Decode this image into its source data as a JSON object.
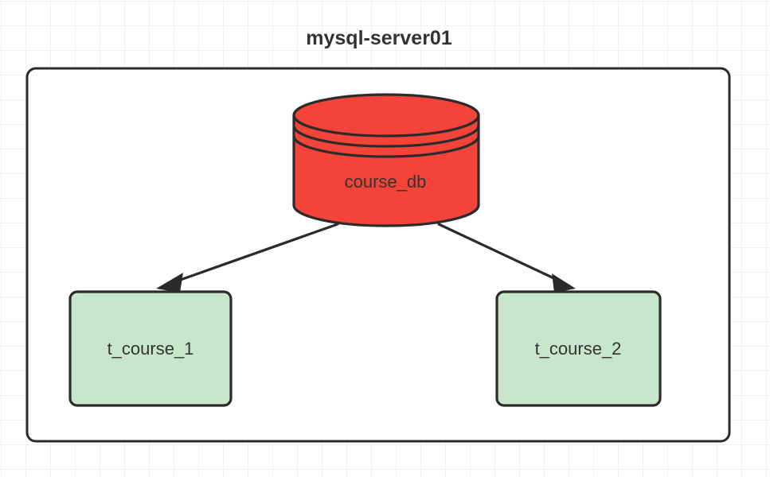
{
  "diagram": {
    "title": "mysql-server01",
    "type": "flowchart",
    "background": {
      "color": "#ffffff",
      "grid_color": "#f0f0f0",
      "grid_size": 31
    },
    "cluster": {
      "label": "mysql-server01",
      "fill": "#ffffff",
      "stroke": "#2b2b2b"
    },
    "nodes": [
      {
        "id": "course_db",
        "label": "course_db",
        "shape": "cylinder",
        "fill": "#F4443A",
        "stroke": "#2b2b2b",
        "text_color": "#333333"
      },
      {
        "id": "t_course_1",
        "label": "t_course_1",
        "shape": "rounded-rect",
        "fill": "#C8E6C9",
        "stroke": "#2b2b2b",
        "text_color": "#333333"
      },
      {
        "id": "t_course_2",
        "label": "t_course_2",
        "shape": "rounded-rect",
        "fill": "#C8E6C9",
        "stroke": "#2b2b2b",
        "text_color": "#333333"
      }
    ],
    "edges": [
      {
        "from": "course_db",
        "to": "t_course_1",
        "label": "",
        "arrow": "filled-triangle"
      },
      {
        "from": "course_db",
        "to": "t_course_2",
        "label": "",
        "arrow": "filled-triangle"
      }
    ]
  }
}
